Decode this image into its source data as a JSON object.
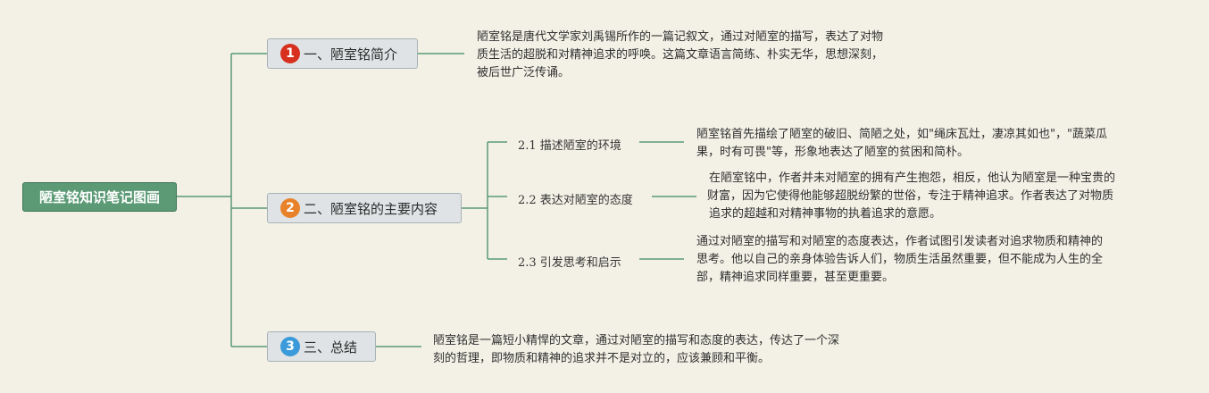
{
  "root": {
    "label": "陋室铭知识笔记图画"
  },
  "colors": {
    "background": "#f3f1e6",
    "root_fill": "#5b9a75",
    "line": "#5b9a75",
    "badge_1": "#d7301f",
    "badge_2": "#e8822a",
    "badge_3": "#3b9ad9"
  },
  "branches": [
    {
      "badge": "1",
      "label": "一、陋室铭简介",
      "note": [
        "陋室铭是唐代文学家刘禹锡所作的一篇记叙文，通过对陋室的描写，表达了对物",
        "质生活的超脱和对精神追求的呼唤。这篇文章语言简练、朴实无华，思想深刻，",
        "被后世广泛传诵。"
      ]
    },
    {
      "badge": "2",
      "label": "二、陋室铭的主要内容",
      "children": [
        {
          "label": "2.1 描述陋室的环境",
          "note": [
            "陋室铭首先描绘了陋室的破旧、简陋之处，如\"绳床瓦灶，凄凉其如也\"，\"蔬菜瓜",
            "果，时有可畏\"等，形象地表达了陋室的贫困和简朴。"
          ]
        },
        {
          "label": "2.2 表达对陋室的态度",
          "note": [
            "在陋室铭中，作者并未对陋室的拥有产生抱怨，相反，他认为陋室是一种宝贵的",
            "财富，因为它使得他能够超脱纷繁的世俗，专注于精神追求。作者表达了对物质",
            "追求的超越和对精神事物的执着追求的意愿。"
          ]
        },
        {
          "label": "2.3 引发思考和启示",
          "note": [
            "通过对陋室的描写和对陋室的态度表达，作者试图引发读者对追求物质和精神的",
            "思考。他以自己的亲身体验告诉人们，物质生活虽然重要，但不能成为人生的全",
            "部，精神追求同样重要，甚至更重要。"
          ]
        }
      ]
    },
    {
      "badge": "3",
      "label": "三、总结",
      "note": [
        "陋室铭是一篇短小精悍的文章，通过对陋室的描写和态度的表达，传达了一个深",
        "刻的哲理，即物质和精神的追求并不是对立的，应该兼顾和平衡。"
      ]
    }
  ]
}
